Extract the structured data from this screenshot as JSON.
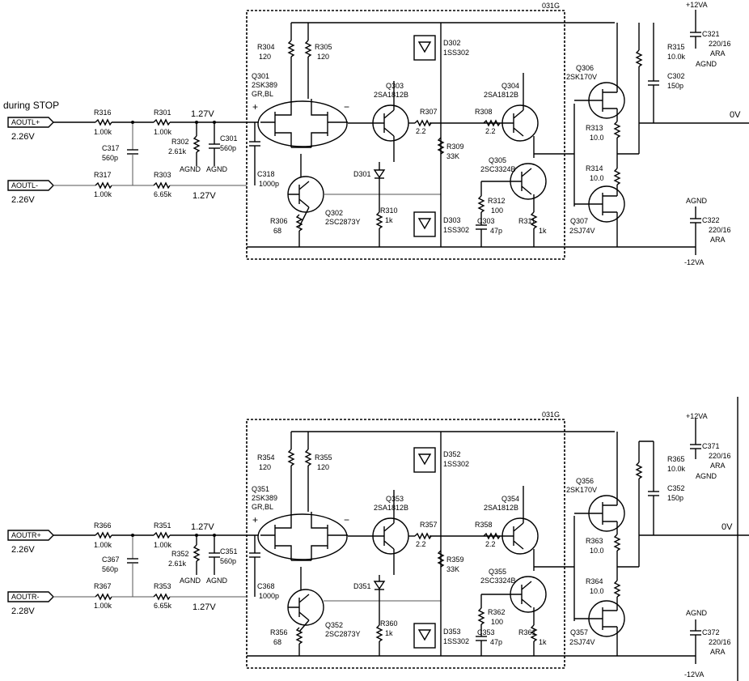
{
  "status_note": "during STOP",
  "channels": [
    {
      "id": "L",
      "pcb": "031G",
      "inputs": {
        "pos": "AOUTL+",
        "neg": "AOUTL-",
        "v_pos": "2.26V",
        "v_neg": "2.26V",
        "v_node_top": "1.27V",
        "v_node_bot": "1.27V"
      },
      "resistors": [
        {
          "ref": "R316",
          "val": "1.00k"
        },
        {
          "ref": "R317",
          "val": "1.00k"
        },
        {
          "ref": "R301",
          "val": "1.00k"
        },
        {
          "ref": "R303",
          "val": "6.65k"
        },
        {
          "ref": "R302",
          "val": "2.61k"
        },
        {
          "ref": "R304",
          "val": "120"
        },
        {
          "ref": "R305",
          "val": "120"
        },
        {
          "ref": "R306",
          "val": "68"
        },
        {
          "ref": "R307",
          "val": "2.2"
        },
        {
          "ref": "R308",
          "val": "2.2"
        },
        {
          "ref": "R309",
          "val": "33K"
        },
        {
          "ref": "R310",
          "val": "1k"
        },
        {
          "ref": "R311",
          "val": "1k"
        },
        {
          "ref": "R312",
          "val": "100"
        },
        {
          "ref": "R313",
          "val": "10.0"
        },
        {
          "ref": "R314",
          "val": "10.0"
        },
        {
          "ref": "R315",
          "val": "10.0k"
        }
      ],
      "capacitors": [
        {
          "ref": "C317",
          "val": "560p"
        },
        {
          "ref": "C301",
          "val": "560p"
        },
        {
          "ref": "C318",
          "val": "1000p"
        },
        {
          "ref": "C303",
          "val": "47p"
        },
        {
          "ref": "C302",
          "val": "150p"
        },
        {
          "ref": "C321",
          "val1": "220/16",
          "val2": "ARA"
        },
        {
          "ref": "C322",
          "val1": "220/16",
          "val2": "ARA"
        }
      ],
      "transistors": {
        "q301": {
          "ref": "Q301",
          "part": "2SK389",
          "grade": "GR,BL"
        },
        "q302": {
          "ref": "Q302",
          "part": "2SC2873Y"
        },
        "q303": {
          "ref": "Q303",
          "part": "2SA1812B"
        },
        "q304": {
          "ref": "Q304",
          "part": "2SA1812B"
        },
        "q305": {
          "ref": "Q305",
          "part": "2SC3324B"
        },
        "q306": {
          "ref": "Q306",
          "part": "2SK170V"
        },
        "q307": {
          "ref": "Q307",
          "part": "2SJ74V"
        }
      },
      "diodes": {
        "d301": {
          "ref": "D301"
        },
        "d302": {
          "ref": "D302",
          "part": "1SS302"
        },
        "d303": {
          "ref": "D303",
          "part": "1SS302"
        }
      },
      "rails": {
        "vpos": "+12VA",
        "vneg": "-12VA",
        "agnd": "AGND",
        "out": "0V"
      }
    },
    {
      "id": "R",
      "pcb": "031G",
      "inputs": {
        "pos": "AOUTR+",
        "neg": "AOUTR-",
        "v_pos": "2.26V",
        "v_neg": "2.28V",
        "v_node_top": "1.27V",
        "v_node_bot": "1.27V"
      },
      "resistors": [
        {
          "ref": "R366",
          "val": "1.00k"
        },
        {
          "ref": "R367",
          "val": "1.00k"
        },
        {
          "ref": "R351",
          "val": "1.00k"
        },
        {
          "ref": "R353",
          "val": "6.65k"
        },
        {
          "ref": "R352",
          "val": "2.61k"
        },
        {
          "ref": "R354",
          "val": "120"
        },
        {
          "ref": "R355",
          "val": "120"
        },
        {
          "ref": "R356",
          "val": "68"
        },
        {
          "ref": "R357",
          "val": "2.2"
        },
        {
          "ref": "R358",
          "val": "2.2"
        },
        {
          "ref": "R359",
          "val": "33K"
        },
        {
          "ref": "R360",
          "val": "1k"
        },
        {
          "ref": "R361",
          "val": "1k"
        },
        {
          "ref": "R362",
          "val": "100"
        },
        {
          "ref": "R363",
          "val": "10.0"
        },
        {
          "ref": "R364",
          "val": "10.0"
        },
        {
          "ref": "R365",
          "val": "10.0k"
        }
      ],
      "capacitors": [
        {
          "ref": "C367",
          "val": "560p"
        },
        {
          "ref": "C351",
          "val": "560p"
        },
        {
          "ref": "C368",
          "val": "1000p"
        },
        {
          "ref": "C353",
          "val": "47p"
        },
        {
          "ref": "C352",
          "val": "150p"
        },
        {
          "ref": "C371",
          "val1": "220/16",
          "val2": "ARA"
        },
        {
          "ref": "C372",
          "val1": "220/16",
          "val2": "ARA"
        }
      ],
      "transistors": {
        "q301": {
          "ref": "Q351",
          "part": "2SK389",
          "grade": "GR,BL"
        },
        "q302": {
          "ref": "Q352",
          "part": "2SC2873Y"
        },
        "q303": {
          "ref": "Q353",
          "part": "2SA1812B"
        },
        "q304": {
          "ref": "Q354",
          "part": "2SA1812B"
        },
        "q305": {
          "ref": "Q355",
          "part": "2SC3324B"
        },
        "q306": {
          "ref": "Q356",
          "part": "2SK170V"
        },
        "q307": {
          "ref": "Q357",
          "part": "2SJ74V"
        }
      },
      "diodes": {
        "d301": {
          "ref": "D351"
        },
        "d302": {
          "ref": "D352",
          "part": "1SS302"
        },
        "d303": {
          "ref": "D353",
          "part": "1SS302"
        }
      },
      "rails": {
        "vpos": "+12VA",
        "vneg": "-12VA",
        "agnd": "AGND",
        "out": "0V"
      }
    }
  ]
}
